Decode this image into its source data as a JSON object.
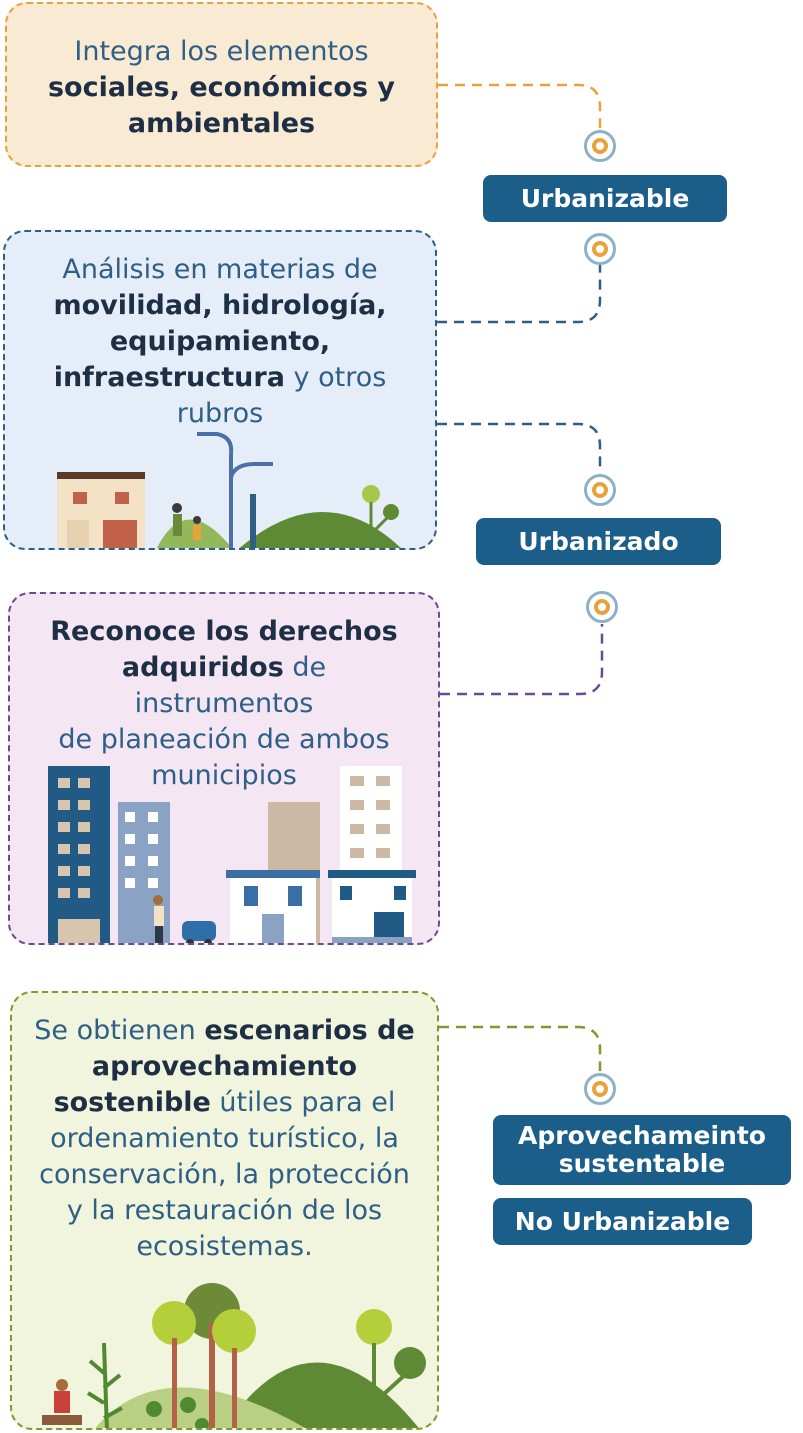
{
  "cards": [
    {
      "id": "social",
      "parts": [
        {
          "text": "Integra los elementos",
          "bold": false
        },
        {
          "br": true
        },
        {
          "text": "sociales, económicos y",
          "bold": true
        },
        {
          "br": true
        },
        {
          "text": "ambientales",
          "bold": true
        }
      ]
    },
    {
      "id": "analisis",
      "parts": [
        {
          "text": "Análisis en materias de",
          "bold": false
        },
        {
          "br": true
        },
        {
          "text": "movilidad, hidrología,",
          "bold": true
        },
        {
          "br": true
        },
        {
          "text": "equipamiento,",
          "bold": true
        },
        {
          "br": true
        },
        {
          "text": "infraestructura",
          "bold": true
        },
        {
          "text": " y otros",
          "bold": false
        },
        {
          "br": true
        },
        {
          "text": "rubros",
          "bold": false
        }
      ]
    },
    {
      "id": "derechos",
      "parts": [
        {
          "text": "Reconoce los derechos",
          "bold": true
        },
        {
          "br": true
        },
        {
          "text": "adquiridos",
          "bold": true
        },
        {
          "text": " de instrumentos",
          "bold": false
        },
        {
          "br": true
        },
        {
          "text": "de planeación de ambos",
          "bold": false
        },
        {
          "br": true
        },
        {
          "text": "municipios",
          "bold": false
        }
      ]
    },
    {
      "id": "escenarios",
      "parts": [
        {
          "text": "Se obtienen ",
          "bold": false
        },
        {
          "text": "escenarios de",
          "bold": true
        },
        {
          "br": true
        },
        {
          "text": "aprovechamiento",
          "bold": true
        },
        {
          "br": true
        },
        {
          "text": "sostenible",
          "bold": true
        },
        {
          "text": " útiles para el",
          "bold": false
        },
        {
          "br": true
        },
        {
          "text": "ordenamiento turístico, la",
          "bold": false
        },
        {
          "br": true
        },
        {
          "text": "conservación, la protección",
          "bold": false
        },
        {
          "br": true
        },
        {
          "text": "y la restauración de los",
          "bold": false
        },
        {
          "br": true
        },
        {
          "text": "ecosistemas.",
          "bold": false
        }
      ]
    }
  ],
  "labels": {
    "urbanizable": "Urbanizable",
    "urbanizado": "Urbanizado",
    "aprovechamiento": "Aprovechameinto sustentable",
    "no_urbanizable": "No Urbanizable"
  },
  "colors": {
    "label_bg": "#1c5e8a",
    "card1_border": "#e9a13a",
    "card1_bg": "#f8ead3",
    "card2_border": "#2d5f82",
    "card2_bg": "#e5eef8",
    "card3_border": "#6b4b8a",
    "card3_bg": "#f4e6f3",
    "card4_border": "#7e9a2e",
    "card4_bg": "#f1f5dd",
    "node_ring": "#8db1c9",
    "node_dot": "#e9a13a"
  }
}
